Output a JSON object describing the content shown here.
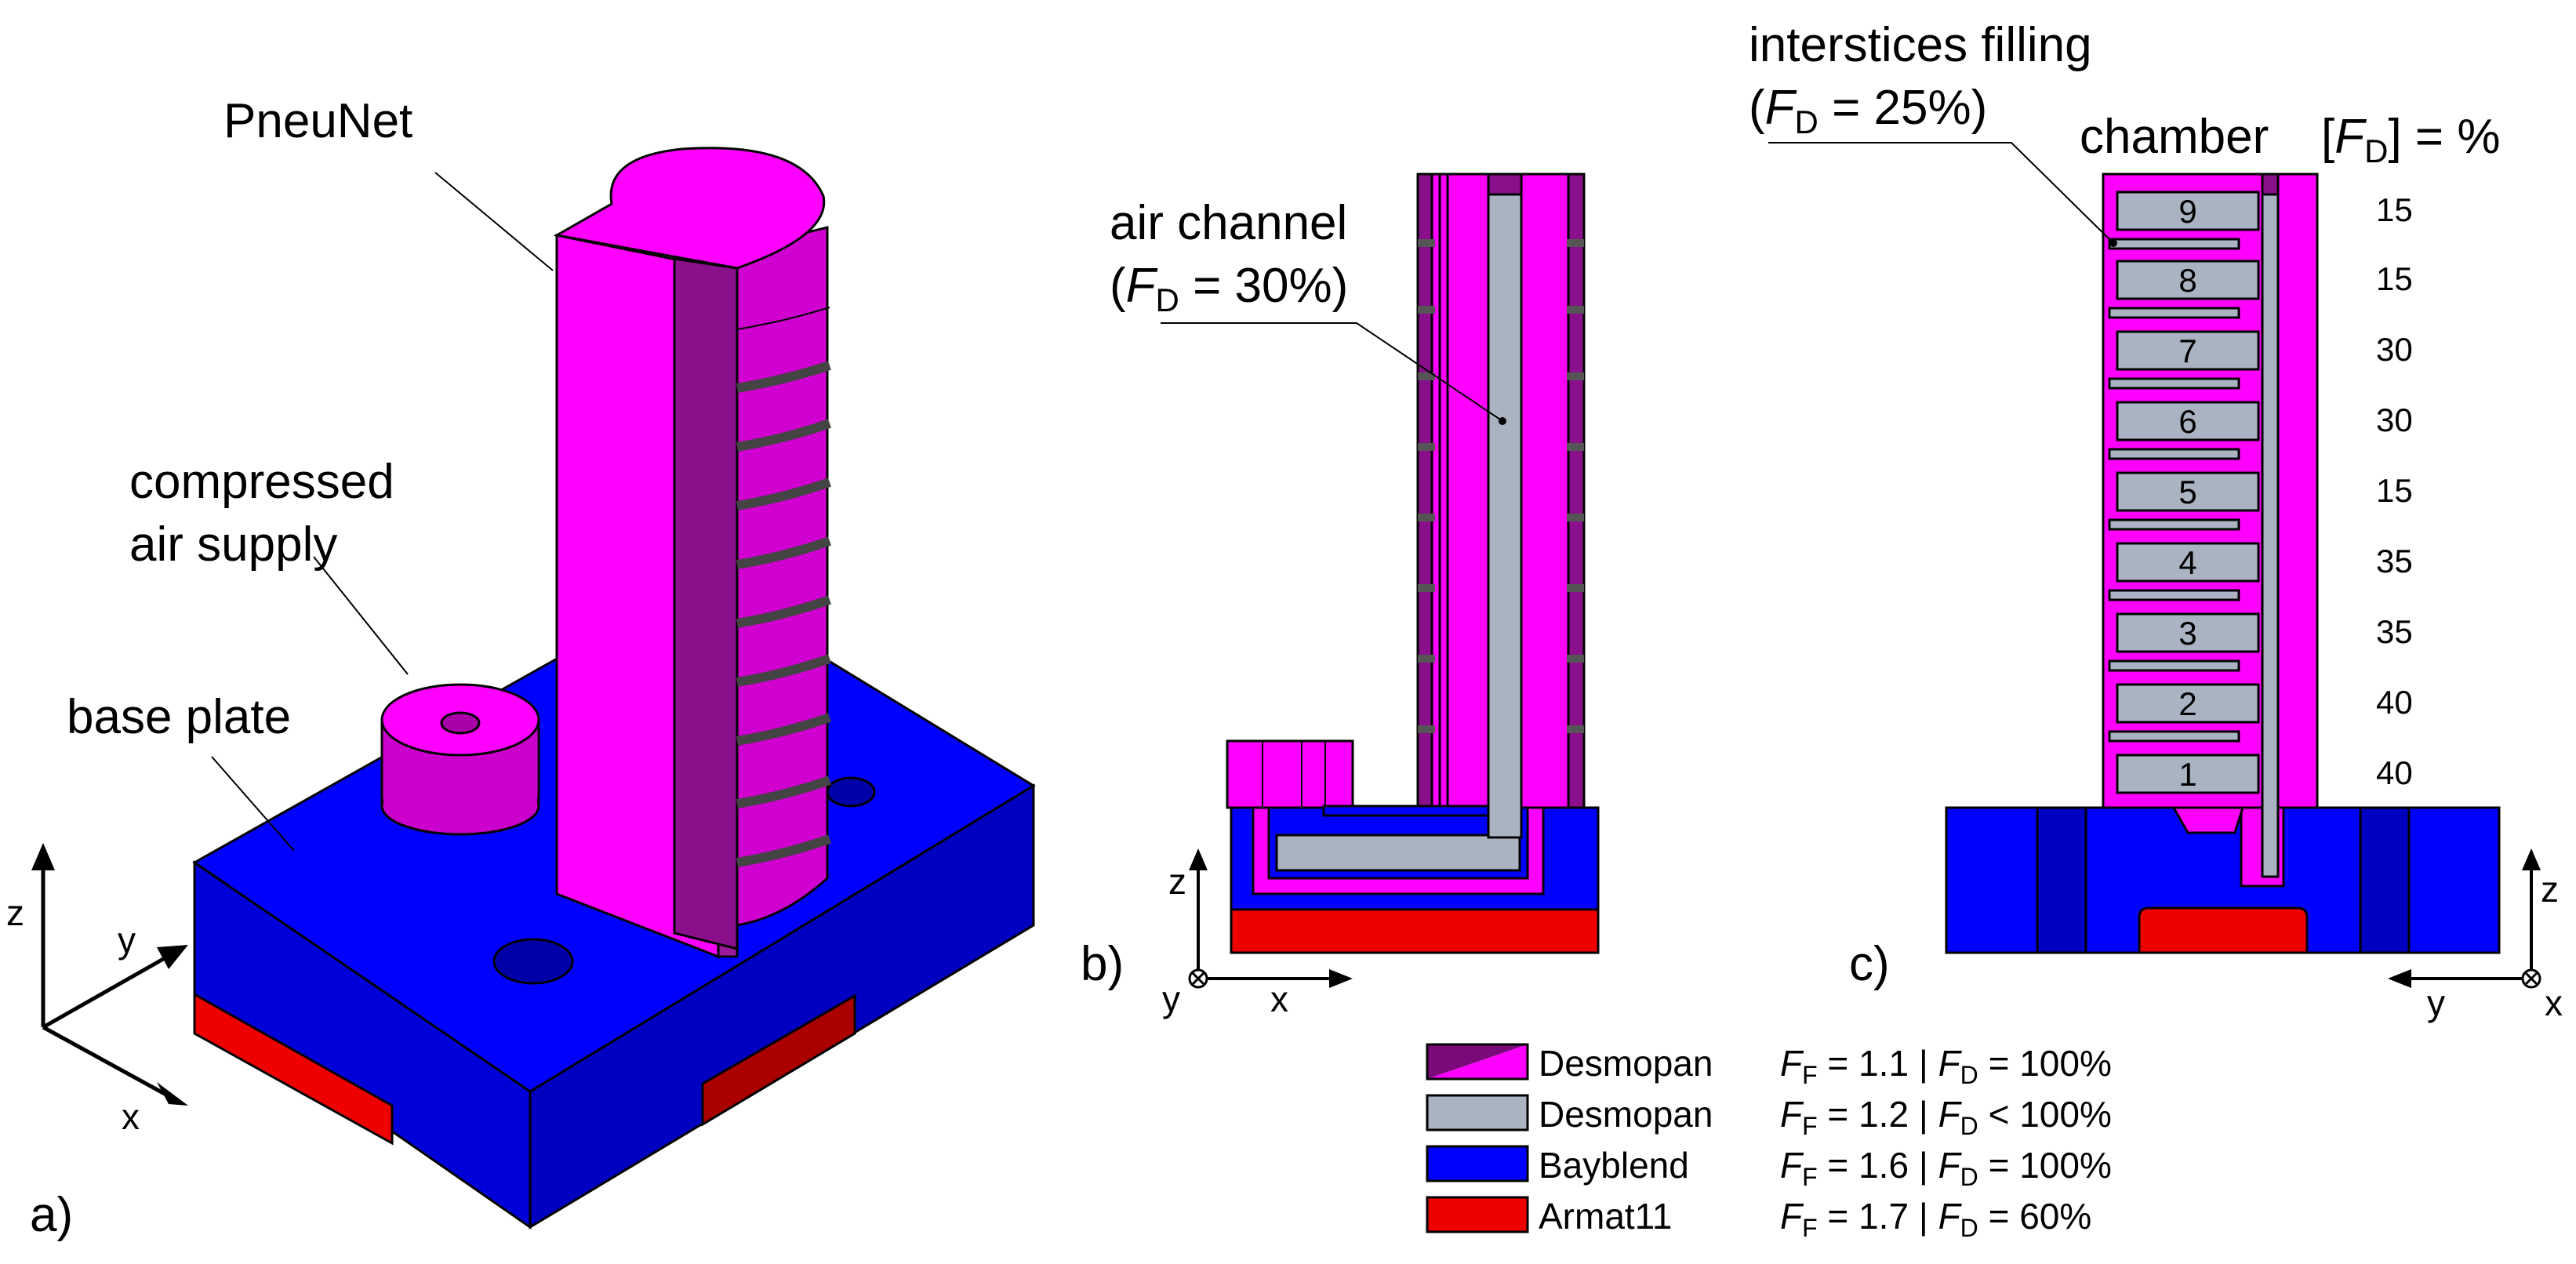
{
  "panel_a": {
    "tag": "a)",
    "label_pneunet": "PneuNet",
    "label_air_1": "compressed",
    "label_air_2": "air supply",
    "label_base": "base plate",
    "axis_z": "z",
    "axis_y": "y",
    "axis_x": "x"
  },
  "panel_b": {
    "tag": "b)",
    "label_channel_1": "air channel",
    "label_channel_2_open": "(",
    "label_channel_2_F": "F",
    "label_channel_2_sub": "D",
    "label_channel_2_rest": " = 30%)",
    "axis_z": "z",
    "axis_y": "y",
    "axis_x": "x"
  },
  "panel_c": {
    "tag": "c)",
    "label_interstices_1": "interstices filling",
    "label_interstices_2_open": "(",
    "label_interstices_2_F": "F",
    "label_interstices_2_sub": "D",
    "label_interstices_2_rest": " = 25%)",
    "header_chamber": "chamber",
    "header_unit_open": "[",
    "header_unit_F": "F",
    "header_unit_sub": "D",
    "header_unit_rest": "] = %",
    "chambers": [
      {
        "id": "9",
        "fd": "15"
      },
      {
        "id": "8",
        "fd": "15"
      },
      {
        "id": "7",
        "fd": "30"
      },
      {
        "id": "6",
        "fd": "30"
      },
      {
        "id": "5",
        "fd": "15"
      },
      {
        "id": "4",
        "fd": "35"
      },
      {
        "id": "3",
        "fd": "35"
      },
      {
        "id": "2",
        "fd": "40"
      },
      {
        "id": "1",
        "fd": "40"
      }
    ],
    "axis_z": "z",
    "axis_y": "y",
    "axis_x": "x"
  },
  "legend": [
    {
      "material": "Desmopan",
      "ff": "1.1",
      "fd": "=  100%",
      "color": "#ff00ff",
      "color2": "#7a0a7a"
    },
    {
      "material": "Desmopan",
      "ff": "1.2",
      "fd": "<  100%",
      "color": "#a9b3c2"
    },
    {
      "material": "Bayblend",
      "ff": "1.6",
      "fd": "=  100%",
      "color": "#0000ff"
    },
    {
      "material": "Armat11",
      "ff": "1.7",
      "fd": "=    60%",
      "color": "#ee0000"
    }
  ],
  "legend_labels": {
    "ff_F": "F",
    "ff_sub": "F",
    "ff_eq": " = ",
    "sep": " | ",
    "fd_F": "F",
    "fd_sub": "D"
  },
  "colors": {
    "magenta": "#ff00ff",
    "dark_magenta": "#8a0f8a",
    "grey": "#a9b3c2",
    "blue": "#0000ff",
    "dark_blue": "#0000a8",
    "red": "#ee0000",
    "dark_red": "#8a0000"
  }
}
